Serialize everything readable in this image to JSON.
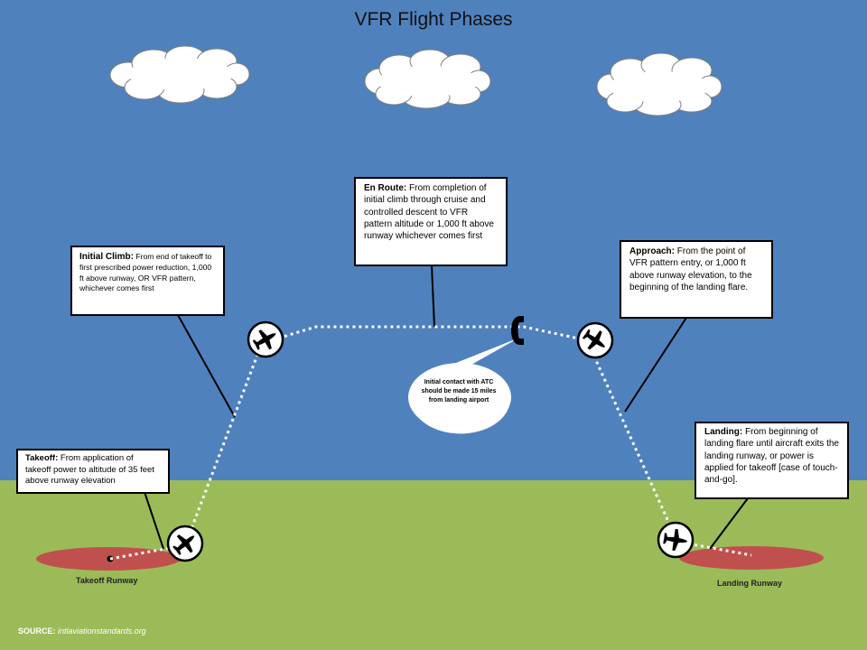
{
  "title": "VFR Flight Phases",
  "colors": {
    "sky": "#4F81BD",
    "ground": "#9BBB59",
    "runway": "#C0504D",
    "path": "#ffffff",
    "leader": "#000000"
  },
  "phases": [
    {
      "name": "Takeoff:",
      "text": "From application of takeoff power to altitude of 35 feet above runway elevation"
    },
    {
      "name": "Initial Climb:",
      "text": "From end of takeoff to first prescribed power reduction, 1,000 ft above runway, OR VFR pattern, whichever comes first"
    },
    {
      "name": "En Route:",
      "text": "From completion of initial climb through cruise and controlled descent to VFR pattern altitude or 1,000 ft above runway whichever comes first"
    },
    {
      "name": "Approach:",
      "text": "From the point of VFR pattern entry, or 1,000 ft above runway elevation, to the beginning of the landing flare."
    },
    {
      "name": "Landing:",
      "text": "From beginning of landing flare until aircraft exits the landing runway, or power is applied for takeoff [case of touch-and-go]."
    }
  ],
  "atc_note": "Initial contact with ATC should be made 15 miles from landing airport",
  "runways": {
    "takeoff": "Takeoff Runway",
    "landing": "Landing Runway"
  },
  "source": {
    "label": "SOURCE:",
    "value": "intlaviationstandards.org"
  },
  "icons": [
    "cloud-icon",
    "airplane-icon",
    "telephone-icon"
  ]
}
